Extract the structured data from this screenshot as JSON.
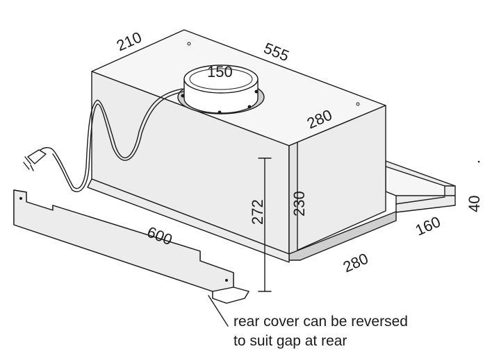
{
  "dimensions": {
    "hood_depth": "210",
    "hood_width": "555",
    "duct_diameter": "150",
    "front_depth": "280",
    "front_height": "230",
    "overall_height": "272",
    "rear_cover_length": "600",
    "visor_depth": "280",
    "visor_extension": "160",
    "visor_height": "40"
  },
  "note": {
    "line1": "rear cover can be reversed",
    "line2": "to suit gap at rear"
  },
  "colors": {
    "line": "#1a1a1a",
    "top_panel": "#f6f6f6",
    "side_panel": "#ececec",
    "front_panel": "#e3e3e3"
  }
}
